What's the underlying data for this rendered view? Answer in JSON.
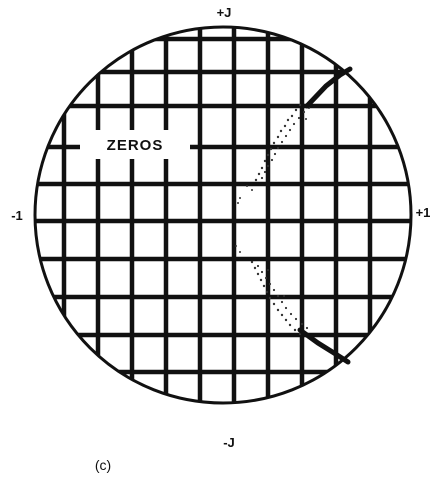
{
  "labels": {
    "top": "+J",
    "bottom": "-J",
    "left": "-1",
    "right": "+1",
    "zeros": "ZEROS",
    "caption": "(c)"
  },
  "colors": {
    "ink": "#111111",
    "background": "#ffffff"
  }
}
